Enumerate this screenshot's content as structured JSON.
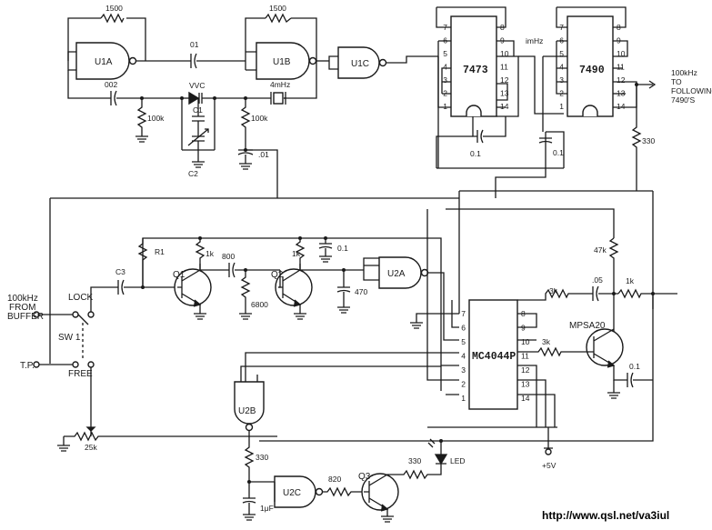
{
  "gates": {
    "u1a": "U1A",
    "u1b": "U1B",
    "u1c": "U1C",
    "u2a": "U2A",
    "u2b": "U2B",
    "u2c": "U2C"
  },
  "ics": {
    "c7473": {
      "name": "7473",
      "pins_left": [
        "7",
        "6",
        "5",
        "4",
        "3",
        "2",
        "1"
      ],
      "pins_right": [
        "8",
        "9",
        "10",
        "11",
        "12",
        "13",
        "14"
      ]
    },
    "c7490": {
      "name": "7490",
      "pins_left": [
        "7",
        "6",
        "5",
        "4",
        "3",
        "2",
        "1"
      ],
      "pins_right": [
        "8",
        "9",
        "10",
        "11",
        "12",
        "13",
        "14"
      ]
    },
    "mc4044": {
      "name": "MC4044P",
      "pins_left": [
        "7",
        "6",
        "5",
        "4",
        "3",
        "2",
        "1"
      ],
      "pins_right": [
        "8",
        "9",
        "10",
        "11",
        "12",
        "13",
        "14"
      ]
    }
  },
  "transistors": {
    "q1": "Q1",
    "q2": "Q2",
    "q3": "Q3",
    "mpsa20": "MPSA20"
  },
  "labels": {
    "r1500a": "1500",
    "r1500b": "1500",
    "c01a": "01",
    "c002": "002",
    "vvc": "VVC",
    "xtal": "4mHz",
    "r100ka": "100k",
    "r100kb": "100k",
    "c1": "C1",
    "c2": "C2",
    "c01b": ".01",
    "imhz": "imHz",
    "c01_7473": "0.1",
    "c01_7490": "0.1",
    "r330a": "330",
    "r1": "R1",
    "r1ka": "1k",
    "c800": "800",
    "r1kb": "1k",
    "c01c": "0.1",
    "r6800": "6800",
    "c470": "470",
    "c3": "C3",
    "r3ka": "3k",
    "r3kb": "3k",
    "c05": ".05",
    "r1kc": "1k",
    "r47k": "47k",
    "c01d": "0.1",
    "r330b": "330",
    "c1uf": "1μF",
    "r820": "820",
    "r330c": "330",
    "led": "LED",
    "r25k": "25k",
    "plus5v": "+5V",
    "lock": "LOCK",
    "sw1": "SW 1",
    "free": "FREE",
    "tp": "T.P.",
    "from_buffer": [
      "100kHz",
      "FROM",
      "BUFFER"
    ],
    "to_following": [
      "100kHz",
      "TO",
      "FOLLOWING",
      "7490'S"
    ]
  },
  "watermark": "http://www.qsl.net/va3iul"
}
